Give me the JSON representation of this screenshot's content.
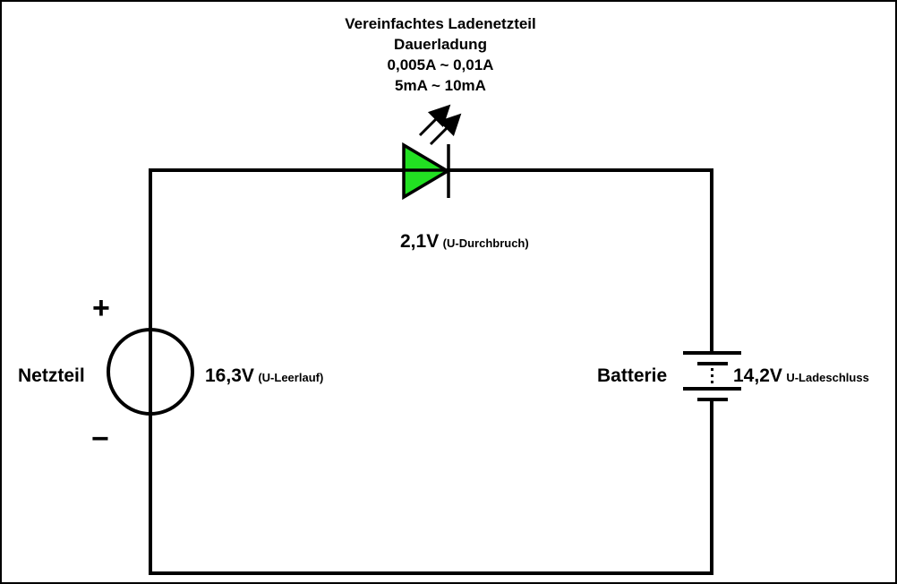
{
  "diagram": {
    "title_lines": [
      "Vereinfachtes Ladenetzteil",
      "Dauerladung",
      "0,005A ~ 0,01A",
      "5mA ~ 10mA"
    ],
    "led": {
      "symbol": "led-icon",
      "fill_color": "#22e022",
      "voltage": "2,1V",
      "note": "(U-Durchbruch)"
    },
    "source": {
      "symbol": "voltage-source-icon",
      "name": "Netzteil",
      "voltage": "16,3V",
      "note": "(U-Leerlauf)",
      "plus": "+",
      "minus": "−"
    },
    "battery": {
      "symbol": "battery-icon",
      "name": "Batterie",
      "voltage": "14,2V",
      "note": "U-Ladeschluss"
    },
    "colors": {
      "wire": "#000000",
      "background": "#ffffff",
      "led_fill": "#22e022"
    }
  }
}
